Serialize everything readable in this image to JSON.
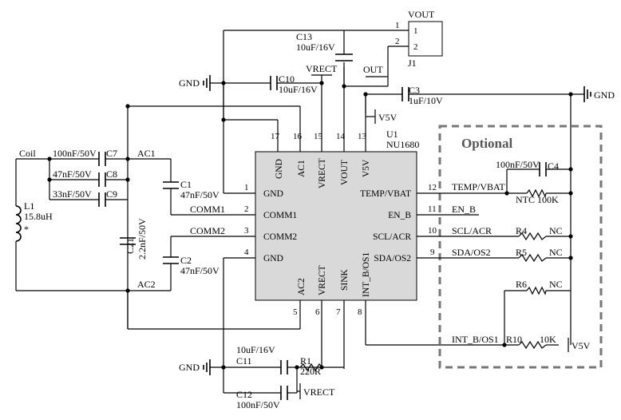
{
  "ic": {
    "ref": "U1",
    "part": "NU1680",
    "pins": [
      {
        "num": "1",
        "name": "GND"
      },
      {
        "num": "2",
        "name": "COMM1"
      },
      {
        "num": "3",
        "name": "COMM2"
      },
      {
        "num": "4",
        "name": "GND"
      },
      {
        "num": "5",
        "name": "AC2"
      },
      {
        "num": "6",
        "name": "VRECT"
      },
      {
        "num": "7",
        "name": "SINK"
      },
      {
        "num": "8",
        "name": "INT_B/OS1"
      },
      {
        "num": "9",
        "name": "SDA/OS2"
      },
      {
        "num": "10",
        "name": "SCL/ACR"
      },
      {
        "num": "11",
        "name": "EN_B"
      },
      {
        "num": "12",
        "name": "TEMP/VBAT"
      },
      {
        "num": "13",
        "name": "V5V"
      },
      {
        "num": "14",
        "name": "VOUT"
      },
      {
        "num": "15",
        "name": "VRECT"
      },
      {
        "num": "16",
        "name": "AC1"
      },
      {
        "num": "17",
        "name": "GND"
      }
    ]
  },
  "connector": {
    "ref": "J1",
    "net": "VOUT",
    "pin1": "1",
    "pin2": "2",
    "pin1_wire": "1",
    "pin2_wire": "2",
    "out": "OUT"
  },
  "components": {
    "c13": {
      "ref": "C13",
      "value": "10uF/16V"
    },
    "c10": {
      "ref": "C10",
      "value": "10uF/16V"
    },
    "c3": {
      "ref": "C3",
      "value": "1uF/10V"
    },
    "c7": {
      "ref": "C7",
      "value": "100nF/50V"
    },
    "c8": {
      "ref": "C8",
      "value": "47nF/50V"
    },
    "c9": {
      "ref": "C9",
      "value": "33nF/50V"
    },
    "c1": {
      "ref": "C1",
      "value": "47nF/50V"
    },
    "c2": {
      "ref": "C2",
      "value": "47nF/50V"
    },
    "c21": {
      "ref": "C21",
      "value": "2.2nF/50V"
    },
    "l1": {
      "ref": "L1",
      "value": "15.8uH",
      "mark": "*"
    },
    "c4": {
      "ref": "C4",
      "value": "100nF/50V"
    },
    "ntc": {
      "label": "NTC 100K"
    },
    "r4": {
      "ref": "R4",
      "value": "NC"
    },
    "r5": {
      "ref": "R5",
      "value": "NC"
    },
    "r6": {
      "ref": "R6",
      "value": "NC"
    },
    "r10": {
      "ref": "R10",
      "value": "10K"
    },
    "c11": {
      "ref": "C11",
      "value": "10uF/16V"
    },
    "c12": {
      "ref": "C12",
      "value": "100nF/50V"
    },
    "r1": {
      "ref": "R1",
      "value": "220R"
    }
  },
  "nets": {
    "coil": "Coil",
    "ac1": "AC1",
    "ac2": "AC2",
    "comm1": "COMM1",
    "comm2": "COMM2",
    "gnd": "GND",
    "vrect": "VRECT",
    "v5v": "V5V",
    "temp": "TEMP/VBAT",
    "en": "EN_B",
    "scl": "SCL/ACR",
    "sda": "SDA/OS2",
    "int": "INT_B/OS1"
  },
  "optional_label": "Optional"
}
